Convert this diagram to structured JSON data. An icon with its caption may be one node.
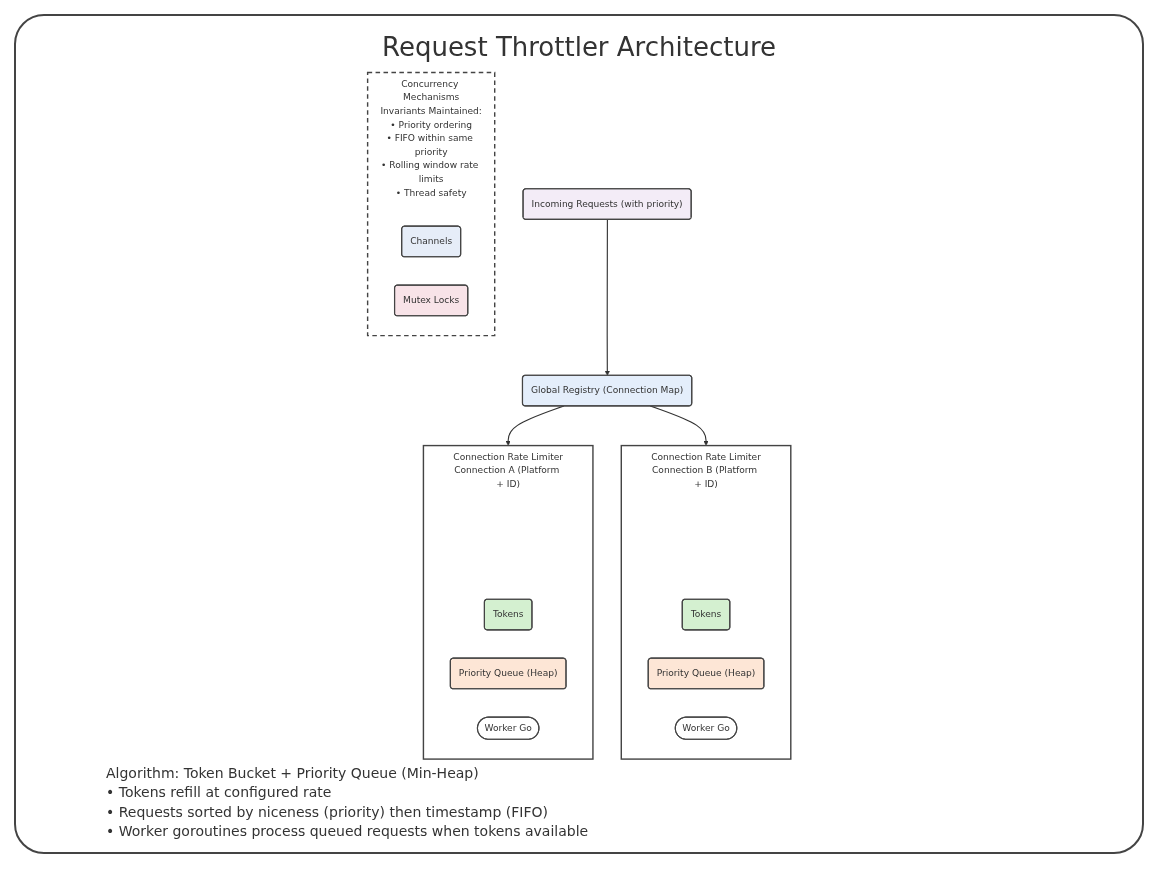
{
  "diagram": {
    "title": "Request Throttler Architecture",
    "nodes": [
      {
        "text": [
          "Global Registry (Connection Map)"
        ]
      },
      {
        "text": [
          "Incoming Requests (with priority)"
        ]
      },
      {
        "text": [
          "Connection Rate Limiter"
        ],
        "beside": [
          "Connection A (Platform + ID)"
        ]
      },
      {
        "text": [
          "Tokens"
        ],
        "in": 2
      },
      {
        "text": [
          "Priority Queue (Heap)"
        ],
        "in": 2
      },
      {
        "text": [
          "Worker Go"
        ],
        "in": 2
      },
      {
        "text": [
          "Connection Rate Limiter"
        ],
        "beside": [
          "Connection B (Platform + ID)"
        ]
      },
      {
        "text": [
          "Tokens"
        ],
        "in": 6
      },
      {
        "text": [
          "Priority Queue (Heap)"
        ],
        "in": 6
      },
      {
        "text": [
          "Worker Go"
        ],
        "in": 6
      },
      {
        "text": [
          "Concurrency Mechanisms",
          "Invariants Maintained:",
          "• Priority ordering",
          "• FIFO within same priority",
          "• Rolling window rate limits",
          "• Thread safety"
        ]
      },
      {
        "text": [
          "Channels"
        ],
        "in": 10
      },
      {
        "text": [
          "Mutex Locks"
        ],
        "in": 10
      }
    ],
    "edges": [
      {
        "from": 1,
        "to": 0,
        "arrow": "to"
      },
      {
        "from": 0,
        "to": 2,
        "arrow": "to"
      },
      {
        "from": 0,
        "to": 6,
        "arrow": "to"
      }
    ],
    "labels": [
      "Algorithm: Token Bucket + Priority Queue (Min-Heap)",
      "• Tokens refill at configured rate",
      "• Requests sorted by niceness (priority) then timestamp (FIFO)",
      "• Worker goroutines process queued requests when tokens available"
    ]
  }
}
